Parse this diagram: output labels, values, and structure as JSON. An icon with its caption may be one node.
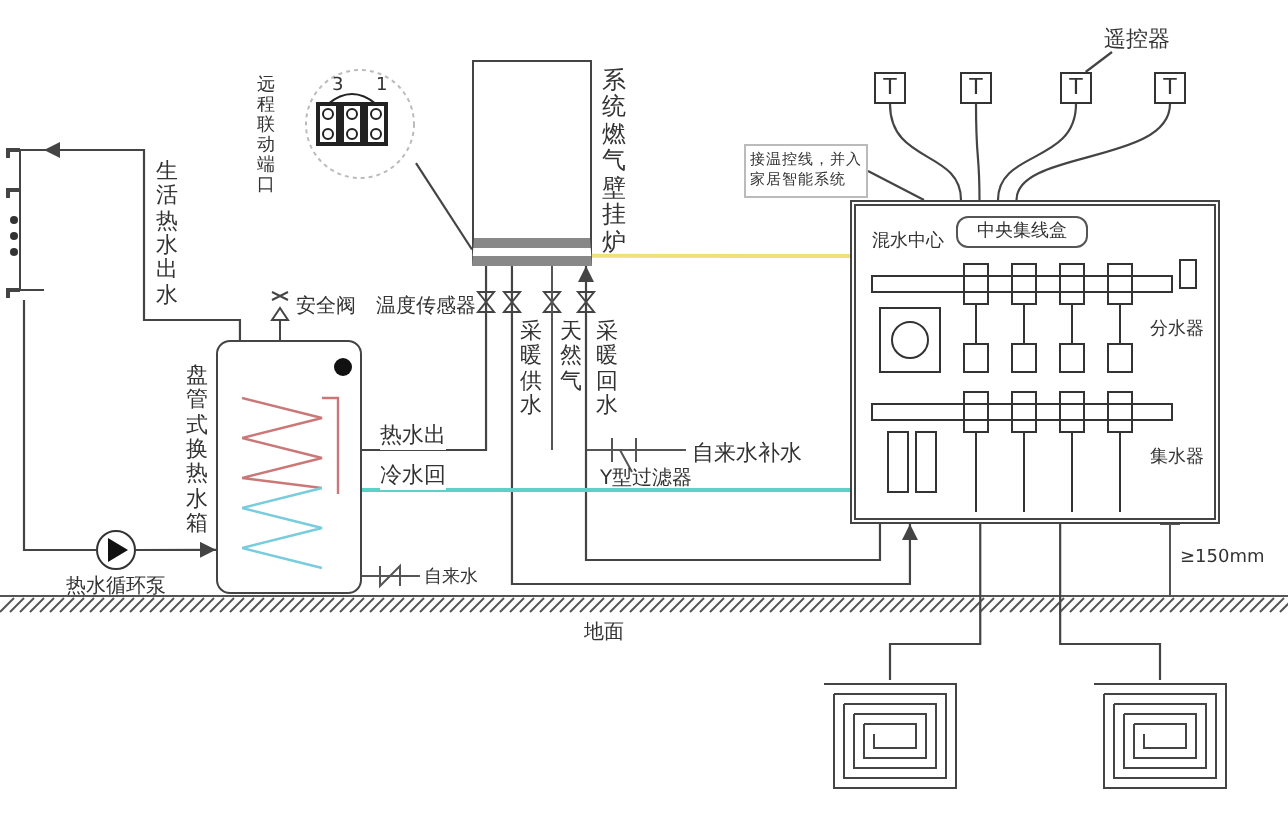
{
  "diagram": {
    "nodes": [
      {
        "text": [
          "系统燃气壁挂炉"
        ]
      },
      {
        "text": [
          "盘管式换热水箱"
        ]
      },
      {
        "text": [
          "热水循环泵"
        ]
      },
      {
        "text": [],
        "shape": "picture"
      },
      {
        "text": [
          "远程联动端口"
        ]
      },
      {
        "text": [],
        "shape": "box"
      },
      {
        "text": [
          "中央集线盒"
        ],
        "in": 5
      },
      {
        "text": [
          "T"
        ]
      },
      {
        "text": [
          "T"
        ]
      },
      {
        "text": [
          "T"
        ]
      },
      {
        "text": [
          "T"
        ]
      },
      {
        "text": [
          "遥控器"
        ]
      },
      {
        "text": [
          "接温控线，并入家居智能系统"
        ]
      },
      {
        "text": [],
        "shape": "picture"
      },
      {
        "text": [],
        "shape": "picture"
      }
    ],
    "edges": [
      {
        "from": 0,
        "to": 5,
        "arrow": "to",
        "label": "采暖供水"
      },
      {
        "from": 5,
        "to": 0,
        "arrow": "to",
        "label": "采暖回水"
      },
      {
        "from": 1,
        "to": 0,
        "arrow": "none",
        "label": "热水出"
      },
      {
        "from": 1,
        "to": 5,
        "arrow": "none",
        "label": "冷水回",
        "color": "#5fd0c8"
      },
      {
        "from": 1,
        "to": 3,
        "arrow": "to",
        "label": "生活热水出水"
      },
      {
        "from": 3,
        "to": 2,
        "arrow": "none"
      },
      {
        "from": 2,
        "to": 1,
        "arrow": "to"
      },
      {
        "from": 0,
        "to": 5,
        "arrow": "none",
        "color": "#f0e07a"
      },
      {
        "from": 7,
        "to": 5,
        "arrow": "none"
      },
      {
        "from": 8,
        "to": 5,
        "arrow": "none"
      },
      {
        "from": 9,
        "to": 5,
        "arrow": "none"
      },
      {
        "from": 10,
        "to": 5,
        "arrow": "none"
      },
      {
        "from": 4,
        "to": 0,
        "arrow": "none"
      },
      {
        "from": 11,
        "to": 9,
        "arrow": "none"
      },
      {
        "from": 12,
        "to": 5,
        "arrow": "none"
      },
      {
        "from": 5,
        "to": 13,
        "arrow": "none"
      },
      {
        "from": 5,
        "to": 14,
        "arrow": "none"
      }
    ],
    "labels": [
      "3",
      "1",
      "安全阀",
      "温度传感器",
      "天然气",
      "自来水补水",
      "Y型过滤器",
      "自来水",
      "混水中心",
      "分水器",
      "集水器",
      "≥150mm",
      "地面"
    ]
  }
}
